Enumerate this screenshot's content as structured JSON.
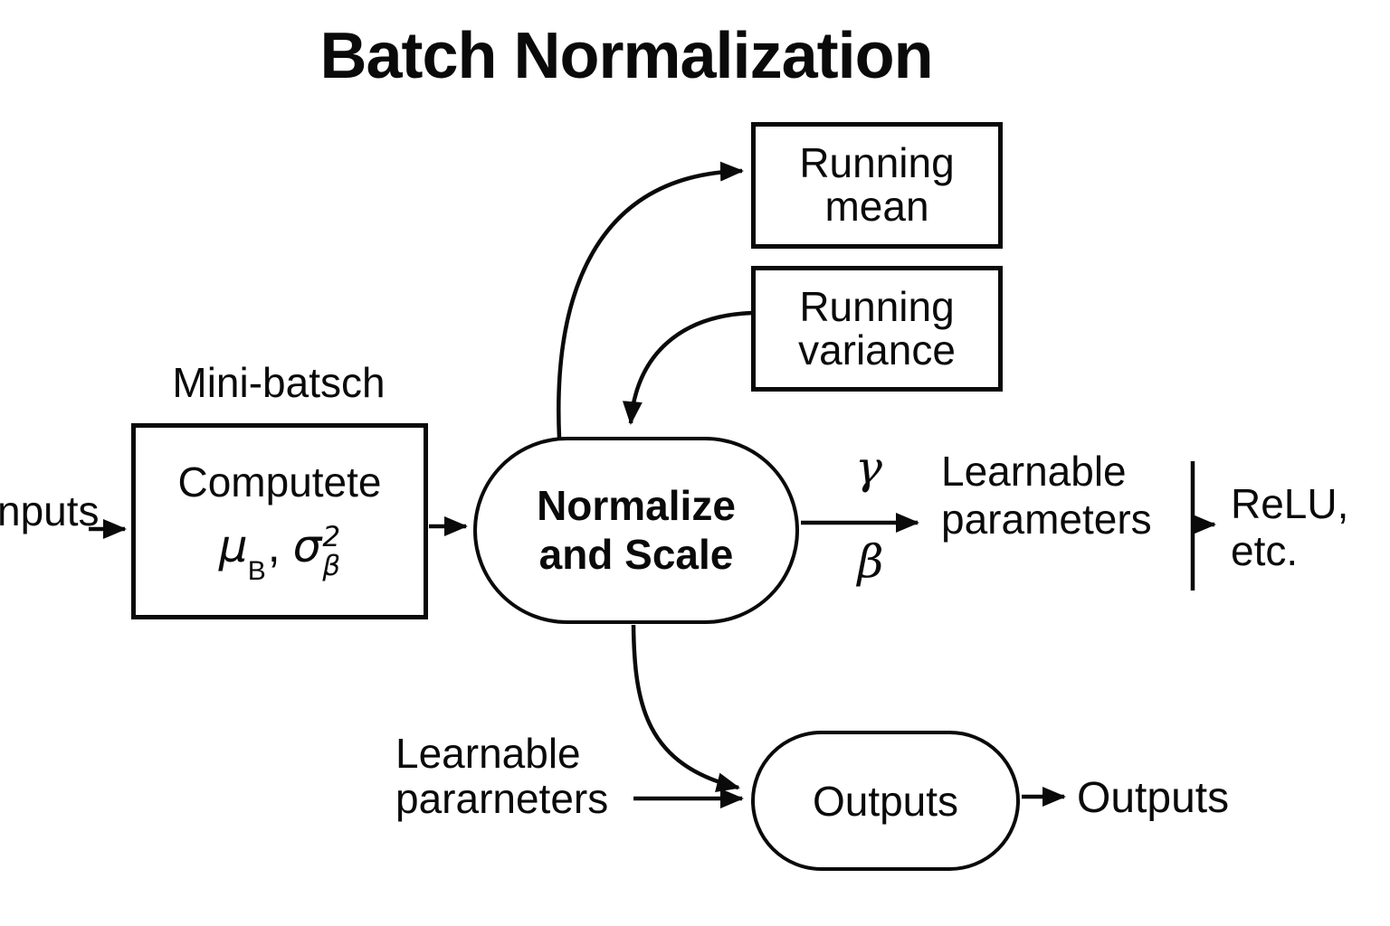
{
  "title": "Batch Normalization",
  "colors": {
    "stroke": "#0a0a0a",
    "background": "#ffffff",
    "text": "#0a0a0a"
  },
  "boxes": {
    "running_mean": {
      "line1": "Running",
      "line2": "mean"
    },
    "running_variance": {
      "line1": "Running",
      "line2": "variance"
    },
    "compute": {
      "line1": "Computete",
      "math": {
        "mu": "μ",
        "mu_sub": "B",
        "comma": ",",
        "sigma": "σ",
        "sigma_sup": "2",
        "sigma_sub": "β"
      }
    },
    "normalize": {
      "line1": "Normalize",
      "line2": "and Scale"
    },
    "outputs_node": {
      "label": "Outputs"
    }
  },
  "labels": {
    "mini_batch": "Mini-batsch",
    "inputs": "nputs",
    "gamma": "γ",
    "beta": "β",
    "learnable_parameters": {
      "line1": "Learnable",
      "line2": "parameters"
    },
    "relu": {
      "line1": "ReLU,",
      "line2": "etc."
    },
    "learnable_pararneters": {
      "line1": "Learnable",
      "line2": "pararneters"
    },
    "outputs_text": "Outputs"
  }
}
